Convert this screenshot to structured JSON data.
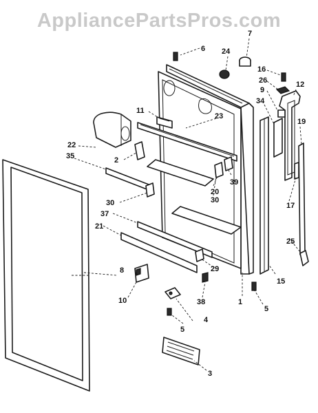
{
  "watermark": "AppliancePartsPros.com",
  "callouts": [
    {
      "id": "c1",
      "label": "1"
    },
    {
      "id": "c2",
      "label": "2"
    },
    {
      "id": "c3",
      "label": "3"
    },
    {
      "id": "c4",
      "label": "4"
    },
    {
      "id": "c5a",
      "label": "5"
    },
    {
      "id": "c5b",
      "label": "5"
    },
    {
      "id": "c6",
      "label": "6"
    },
    {
      "id": "c7",
      "label": "7"
    },
    {
      "id": "c8",
      "label": "8"
    },
    {
      "id": "c9",
      "label": "9"
    },
    {
      "id": "c10",
      "label": "10"
    },
    {
      "id": "c11",
      "label": "11"
    },
    {
      "id": "c12",
      "label": "12"
    },
    {
      "id": "c15",
      "label": "15"
    },
    {
      "id": "c16",
      "label": "16"
    },
    {
      "id": "c17",
      "label": "17"
    },
    {
      "id": "c19",
      "label": "19"
    },
    {
      "id": "c20",
      "label": "20"
    },
    {
      "id": "c21",
      "label": "21"
    },
    {
      "id": "c22",
      "label": "22"
    },
    {
      "id": "c23",
      "label": "23"
    },
    {
      "id": "c24",
      "label": "24"
    },
    {
      "id": "c25",
      "label": "25"
    },
    {
      "id": "c26",
      "label": "26"
    },
    {
      "id": "c29",
      "label": "29"
    },
    {
      "id": "c30a",
      "label": "30"
    },
    {
      "id": "c30b",
      "label": "30"
    },
    {
      "id": "c34",
      "label": "34"
    },
    {
      "id": "c35",
      "label": "35"
    },
    {
      "id": "c37",
      "label": "37"
    },
    {
      "id": "c38",
      "label": "38"
    },
    {
      "id": "c39",
      "label": "39"
    }
  ]
}
